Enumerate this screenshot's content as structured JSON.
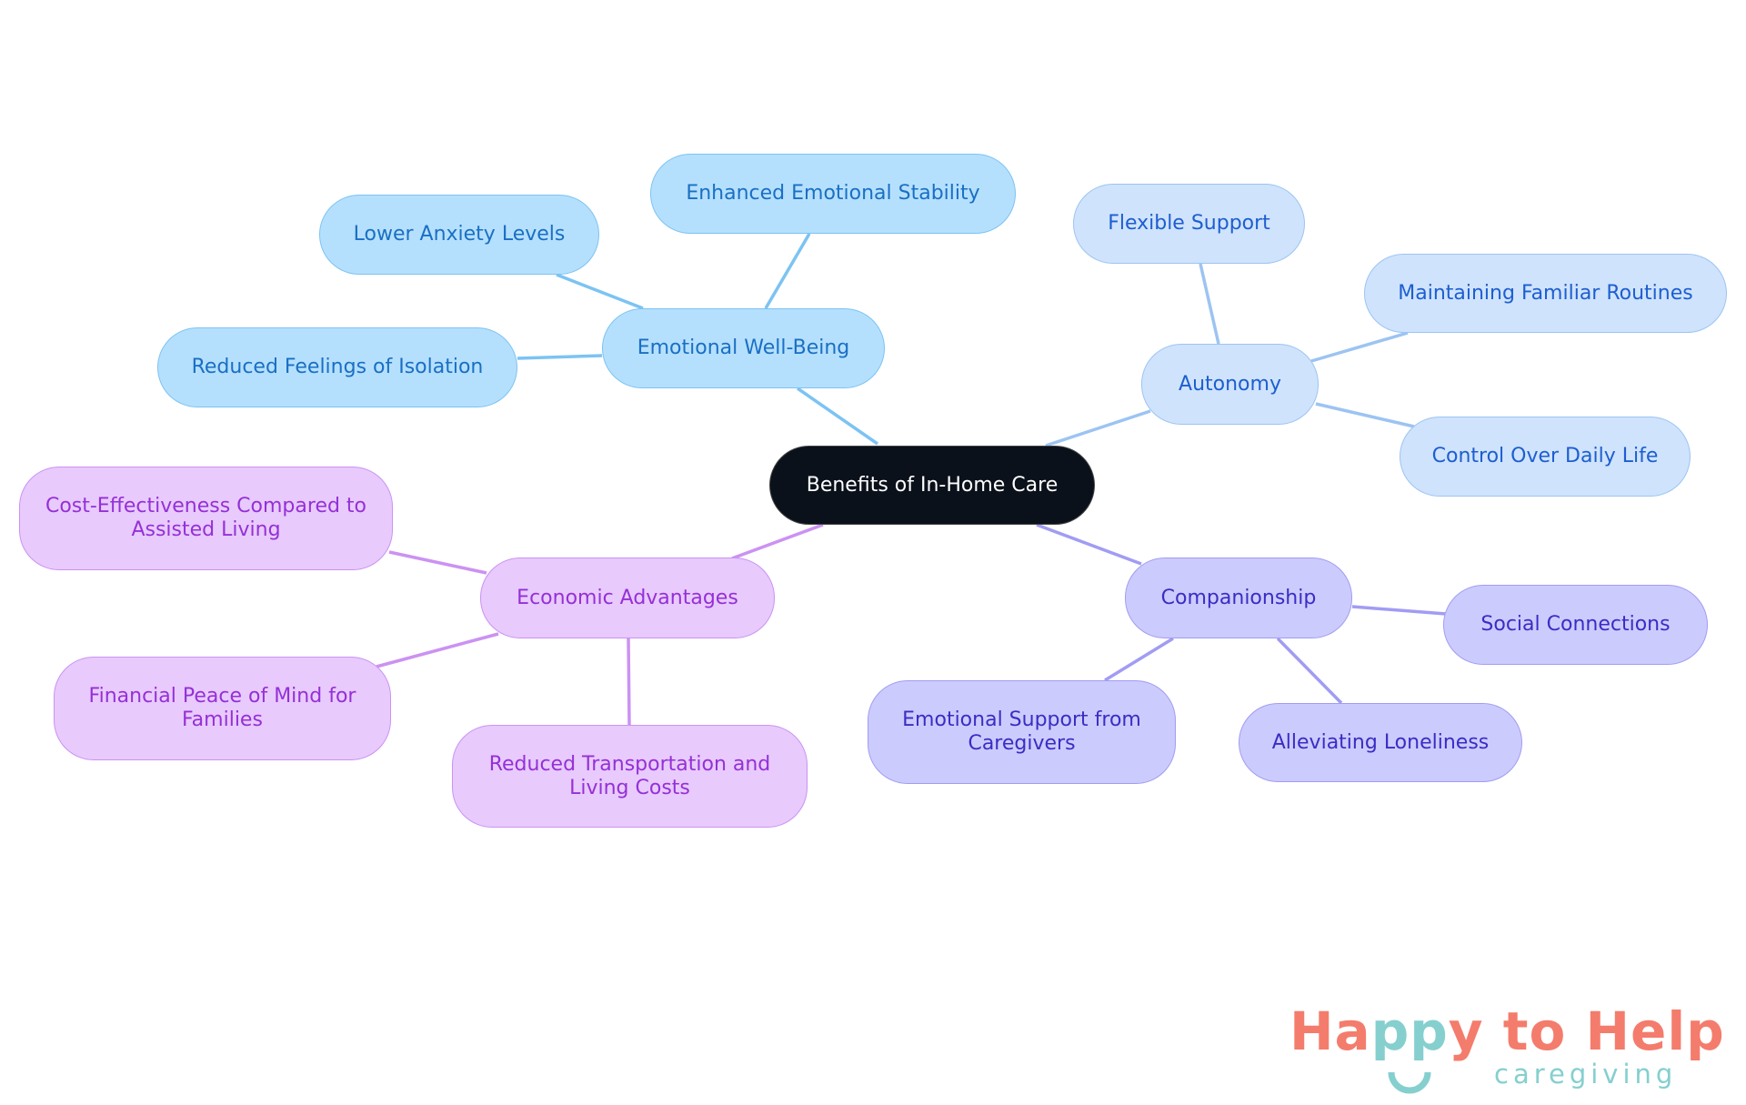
{
  "diagram": {
    "root": {
      "id": "root",
      "label": "Benefits of In-Home Care"
    },
    "branches": [
      {
        "id": "ewb",
        "label": "Emotional Well-Being",
        "colors": {
          "fill": "#b5e0fd",
          "stroke": "#7cc3f3",
          "text": "#1a6fc4",
          "edge": "#7cc3f3"
        },
        "children": [
          {
            "id": "ees",
            "label": "Enhanced Emotional Stability"
          },
          {
            "id": "lal",
            "label": "Lower Anxiety Levels"
          },
          {
            "id": "rfi",
            "label": "Reduced Feelings of Isolation"
          }
        ]
      },
      {
        "id": "aut",
        "label": "Autonomy",
        "colors": {
          "fill": "#cfe3fc",
          "stroke": "#9cc4f2",
          "text": "#1d5ed0",
          "edge": "#9cc4f2"
        },
        "children": [
          {
            "id": "fs",
            "label": "Flexible Support"
          },
          {
            "id": "mfr",
            "label": "Maintaining Familiar Routines"
          },
          {
            "id": "cod",
            "label": "Control Over Daily Life"
          }
        ]
      },
      {
        "id": "com",
        "label": "Companionship",
        "colors": {
          "fill": "#cccbfd",
          "stroke": "#a19cf3",
          "text": "#3a2dc4",
          "edge": "#a19cf3"
        },
        "children": [
          {
            "id": "sc",
            "label": "Social Connections"
          },
          {
            "id": "esc",
            "label": "Emotional Support from Caregivers"
          },
          {
            "id": "alo",
            "label": "Alleviating Loneliness"
          }
        ]
      },
      {
        "id": "eco",
        "label": "Economic Advantages",
        "colors": {
          "fill": "#e8cafd",
          "stroke": "#cb92f2",
          "text": "#9530d6",
          "edge": "#cb92f2"
        },
        "children": [
          {
            "id": "cec",
            "label": "Cost-Effectiveness Compared to Assisted Living"
          },
          {
            "id": "fpm",
            "label": "Financial Peace of Mind for Families"
          },
          {
            "id": "rtl",
            "label": "Reduced Transportation and Living Costs"
          }
        ]
      }
    ]
  },
  "logo": {
    "text_main_1": "Ha",
    "text_main_2": "pp",
    "text_main_3": "y to Help",
    "text_sub": "caregiving",
    "colors": {
      "coral": "#f47c6c",
      "teal": "#85cfcf"
    }
  }
}
